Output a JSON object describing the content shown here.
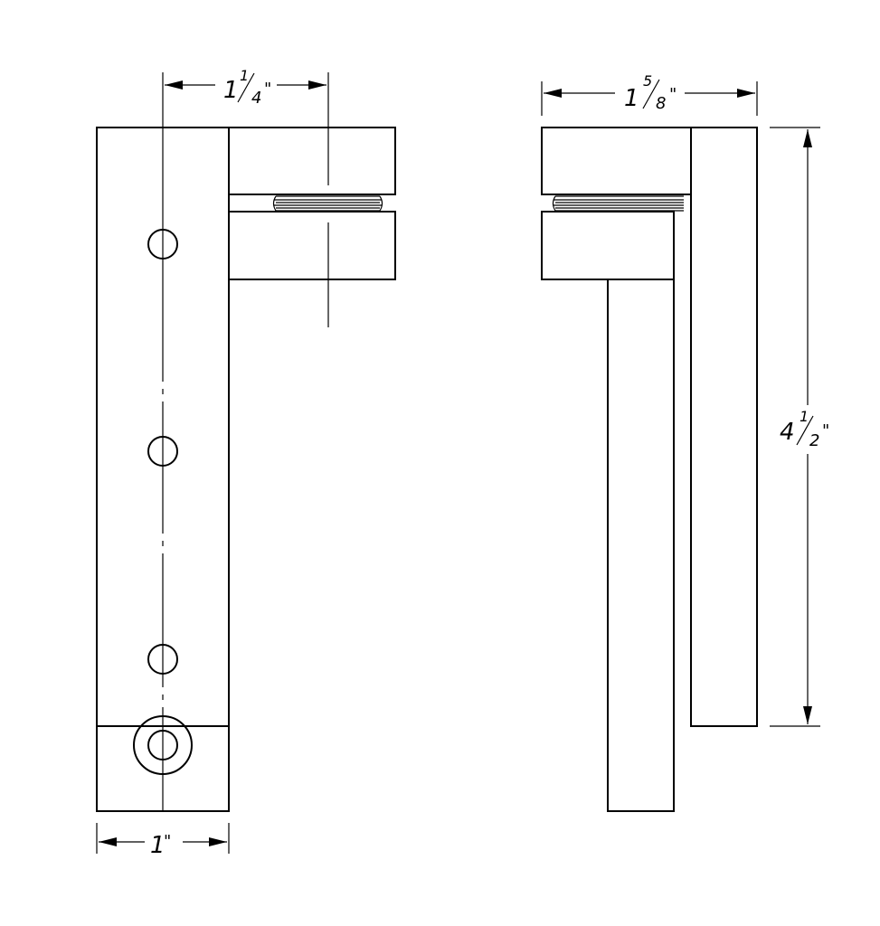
{
  "dimensions": {
    "front_width": "1¼\"",
    "bracket_width": "1\"",
    "side_width": "1⅝\"",
    "side_height": "4½\""
  },
  "fractions": {
    "front_width": {
      "whole": "1",
      "num": "1",
      "den": "4",
      "inch": "\""
    },
    "side_width": {
      "whole": "1",
      "num": "5",
      "den": "8",
      "inch": "\""
    },
    "side_height": {
      "whole": "4",
      "num": "1",
      "den": "2",
      "inch": "\""
    },
    "bracket_width": {
      "whole": "1",
      "inch": "\""
    }
  },
  "colors": {
    "line": "#000000",
    "background": "#ffffff"
  }
}
